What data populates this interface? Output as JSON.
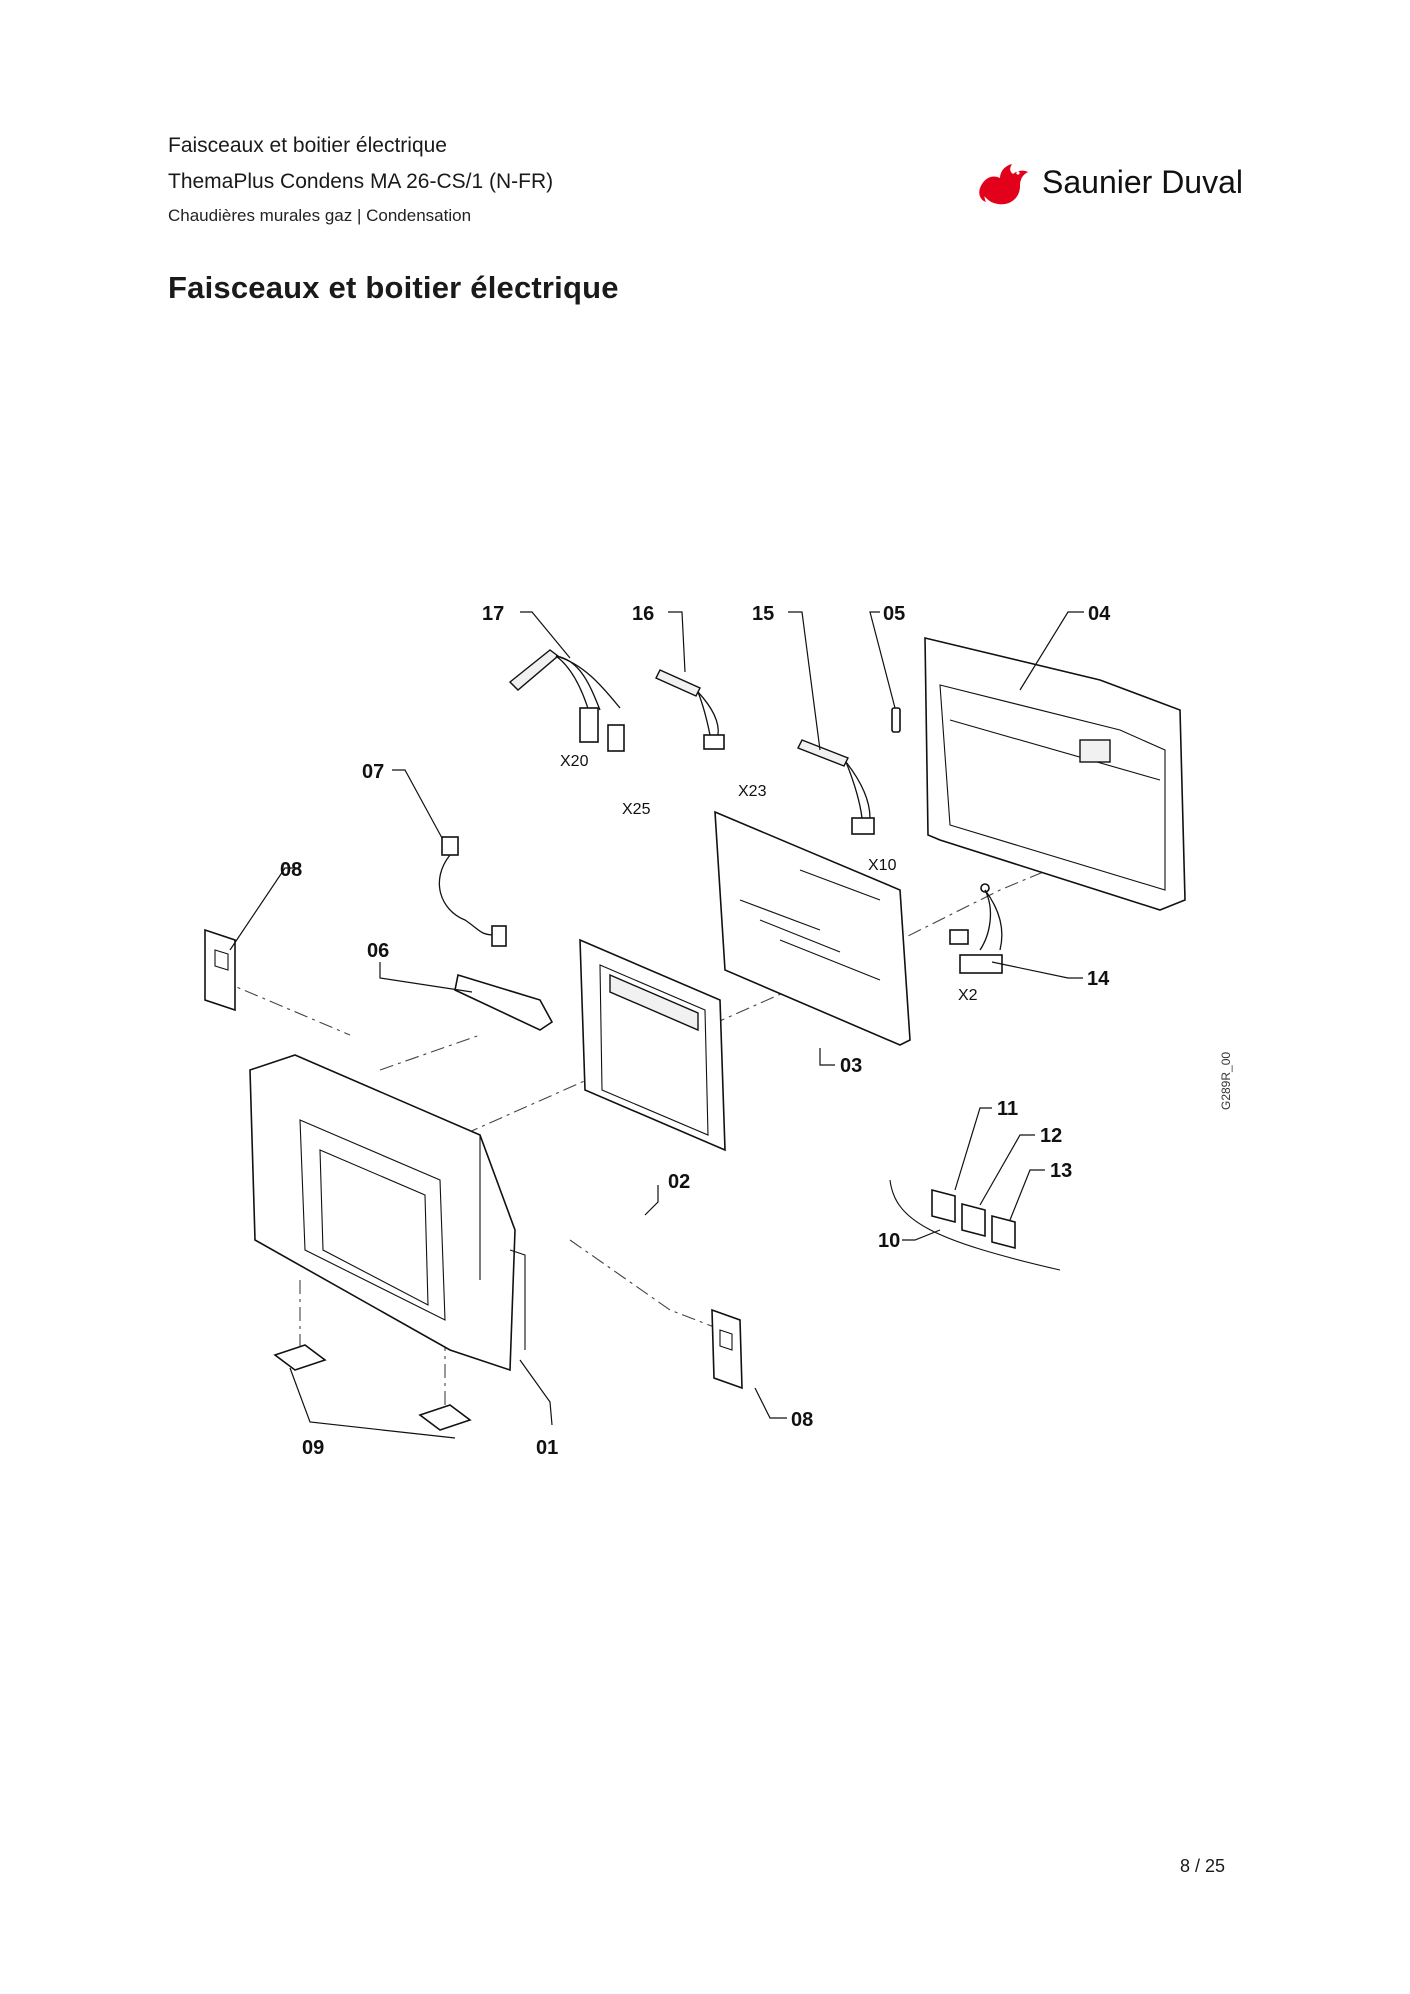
{
  "header": {
    "line1": "Faisceaux et boitier électrique",
    "line2": "ThemaPlus Condens MA 26-CS/1 (N-FR)",
    "line3": "Chaudières murales gaz | Condensation"
  },
  "brand": {
    "name": "Saunier Duval",
    "logo_icon": "red-bird-logo-icon",
    "color": "#e2001a"
  },
  "page_title": "Faisceaux et boitier électrique",
  "diagram": {
    "reference": "G289R_00",
    "callouts": [
      "17",
      "16",
      "15",
      "05",
      "04",
      "07",
      "08",
      "06",
      "14",
      "03",
      "02",
      "11",
      "12",
      "13",
      "10",
      "09",
      "01",
      "08"
    ],
    "connectors": [
      "X20",
      "X25",
      "X23",
      "X10",
      "X2"
    ]
  },
  "footer": {
    "page_number": "8 / 25"
  }
}
